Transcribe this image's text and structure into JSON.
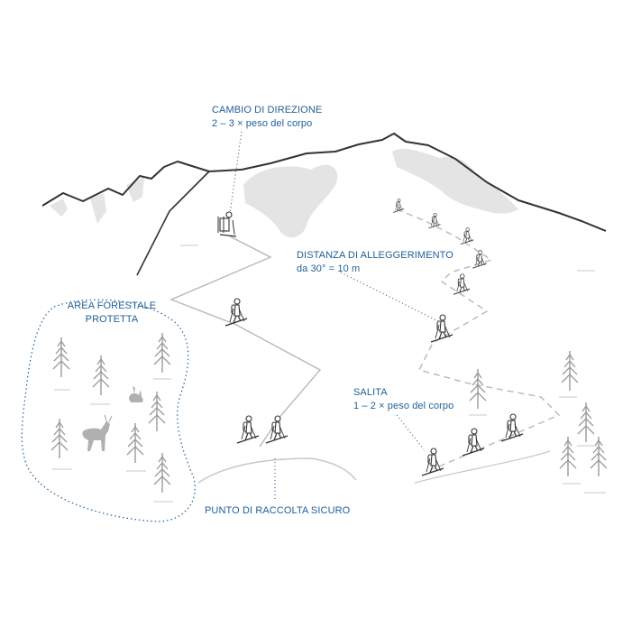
{
  "labels": {
    "direction_change": {
      "title": "CAMBIO DI DIREZIONE",
      "sub": "2 – 3 × peso del corpo"
    },
    "relief_distance": {
      "title": "DISTANZA DI ALLEGGERIMENTO",
      "sub": "da 30° = 10 m"
    },
    "forest_area": {
      "line1": "AREA FORESTALE",
      "line2": "PROTETTA"
    },
    "ascent": {
      "title": "SALITA",
      "sub": "1 – 2 × peso del corpo"
    },
    "safe_point": {
      "title": "PUNTO DI RACCOLTA SICURO"
    }
  },
  "colors": {
    "label": "#1f5f96",
    "line": "#333333",
    "snow_patch": "#e4e4e4",
    "tree": "#9a9a9a",
    "track": "#b8b8b8",
    "leader": "#1f5f96"
  },
  "icons": [
    "tree-icon",
    "deer-icon",
    "hare-icon",
    "skier-icon"
  ]
}
